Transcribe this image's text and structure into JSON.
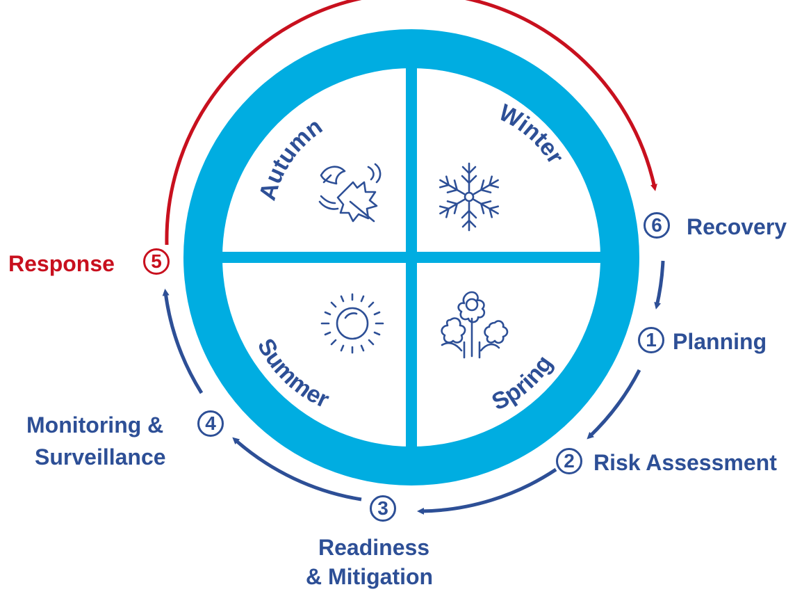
{
  "seasons": {
    "autumn": "Autumn",
    "winter": "Winter",
    "summer": "Summer",
    "spring": "Spring"
  },
  "steps": [
    {
      "number": "1",
      "label": "Planning"
    },
    {
      "number": "2",
      "label": "Risk Assessment"
    },
    {
      "number": "3",
      "label_line1": "Readiness",
      "label_line2": "& Mitigation"
    },
    {
      "number": "4",
      "label_line1": "Monitoring &",
      "label_line2": "Surveillance"
    },
    {
      "number": "5",
      "label": "Response"
    },
    {
      "number": "6",
      "label": "Recovery"
    }
  ],
  "colors": {
    "ring": "#00ade1",
    "text_blue": "#2d4f96",
    "response_red": "#c8101e"
  },
  "icons": {
    "autumn": "falling-leaves-icon",
    "winter": "snowflake-icon",
    "summer": "sun-icon",
    "spring": "flowers-icon"
  }
}
